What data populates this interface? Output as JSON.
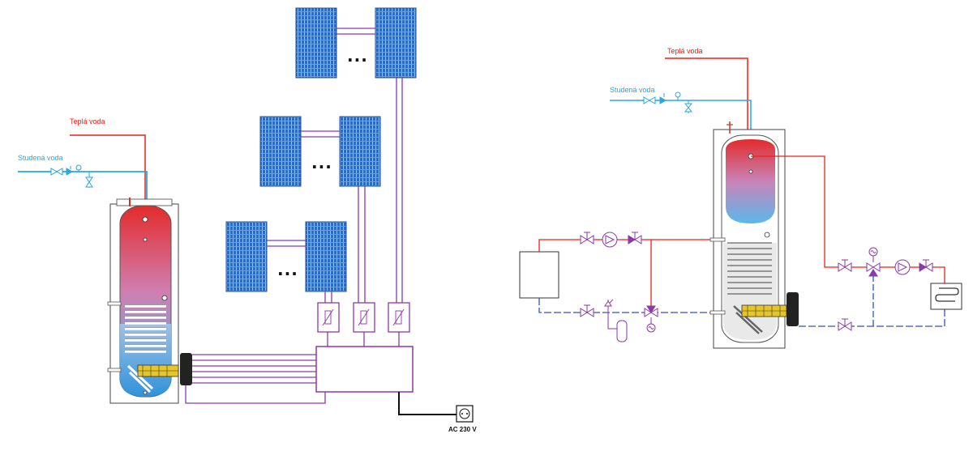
{
  "colors": {
    "hot": "#e8221c",
    "cold": "#2aa7df",
    "return_pipe": "#2f58b8",
    "electric": "#8a3aa6",
    "ac_wire": "#111111",
    "tank_top": "#e32b2b",
    "tank_bottom": "#4fb3e8",
    "panel": "#2a6bc4",
    "heater": "#e6c529"
  },
  "left_scheme": {
    "hot_water_label": "Teplá voda",
    "cold_water_label": "Studená voda",
    "ellipsis": "...",
    "power_label": "AC 230 V",
    "icons": [
      "solar-panel-icon",
      "boiler-tank-icon",
      "fuse-icon",
      "controller-box-icon",
      "power-socket-icon",
      "valve-icon"
    ]
  },
  "right_scheme": {
    "hot_water_label": "Teplá voda",
    "cold_water_label": "Studená voda",
    "icons": [
      "boiler-tank-icon",
      "pump-icon",
      "valve-icon",
      "three-way-valve-icon",
      "expansion-vessel-icon",
      "heat-exchanger-icon",
      "heat-source-icon"
    ]
  }
}
